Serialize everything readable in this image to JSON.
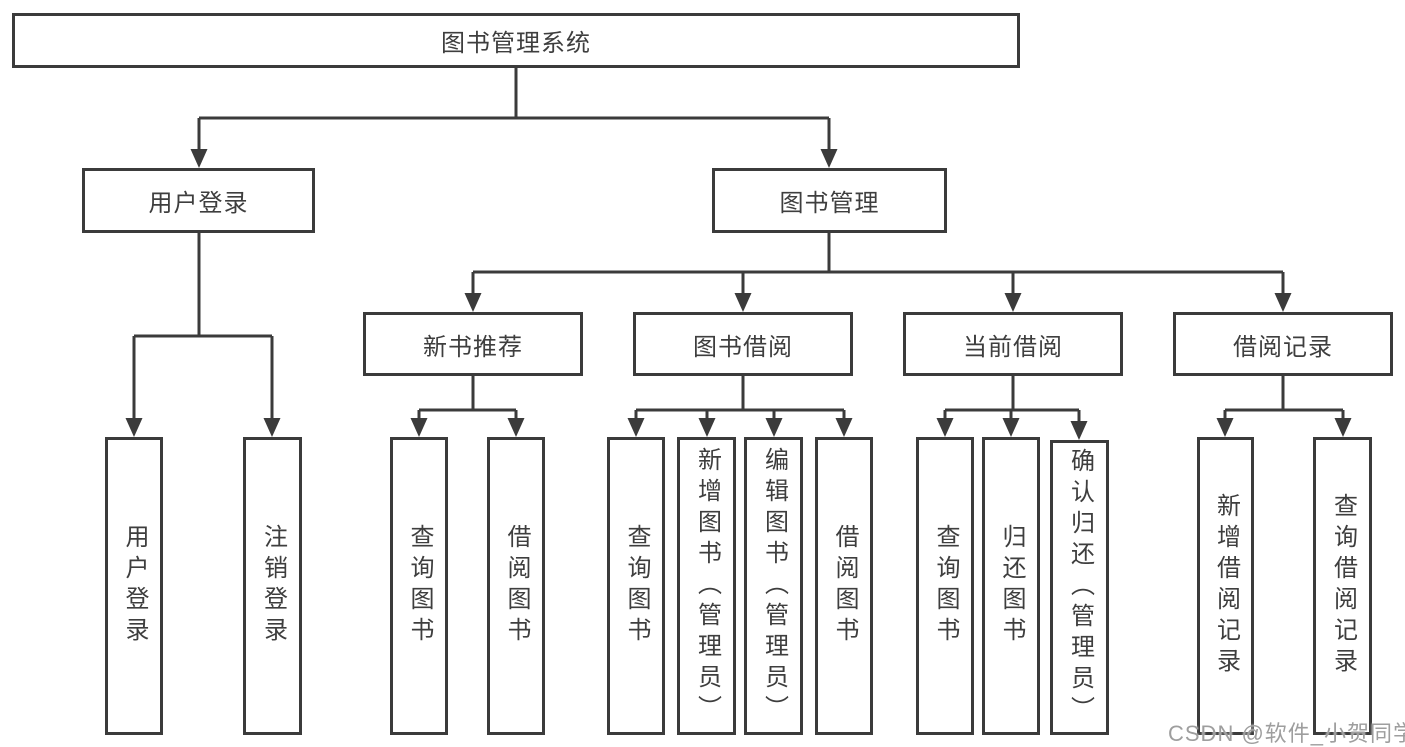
{
  "tree": {
    "label": "图书管理系统",
    "children": [
      {
        "label": "用户登录",
        "children": [
          {
            "label": "用户登录"
          },
          {
            "label": "注销登录"
          }
        ]
      },
      {
        "label": "图书管理",
        "children": [
          {
            "label": "新书推荐",
            "children": [
              {
                "label": "查询图书"
              },
              {
                "label": "借阅图书"
              }
            ]
          },
          {
            "label": "图书借阅",
            "children": [
              {
                "label": "查询图书"
              },
              {
                "label": "新增图书（管理员）"
              },
              {
                "label": "编辑图书（管理员）"
              },
              {
                "label": "借阅图书"
              }
            ]
          },
          {
            "label": "当前借阅",
            "children": [
              {
                "label": "查询图书"
              },
              {
                "label": "归还图书"
              },
              {
                "label": "确认归还（管理员）"
              }
            ]
          },
          {
            "label": "借阅记录",
            "children": [
              {
                "label": "新增借阅记录"
              },
              {
                "label": "查询借阅记录"
              }
            ]
          }
        ]
      }
    ]
  },
  "watermark": {
    "text": "CSDN @软件_小贺同学"
  },
  "colors": {
    "line": "#3b3b3b",
    "text": "#3e3e3e",
    "watermark": "#9e9e9e",
    "background": "#ffffff"
  }
}
